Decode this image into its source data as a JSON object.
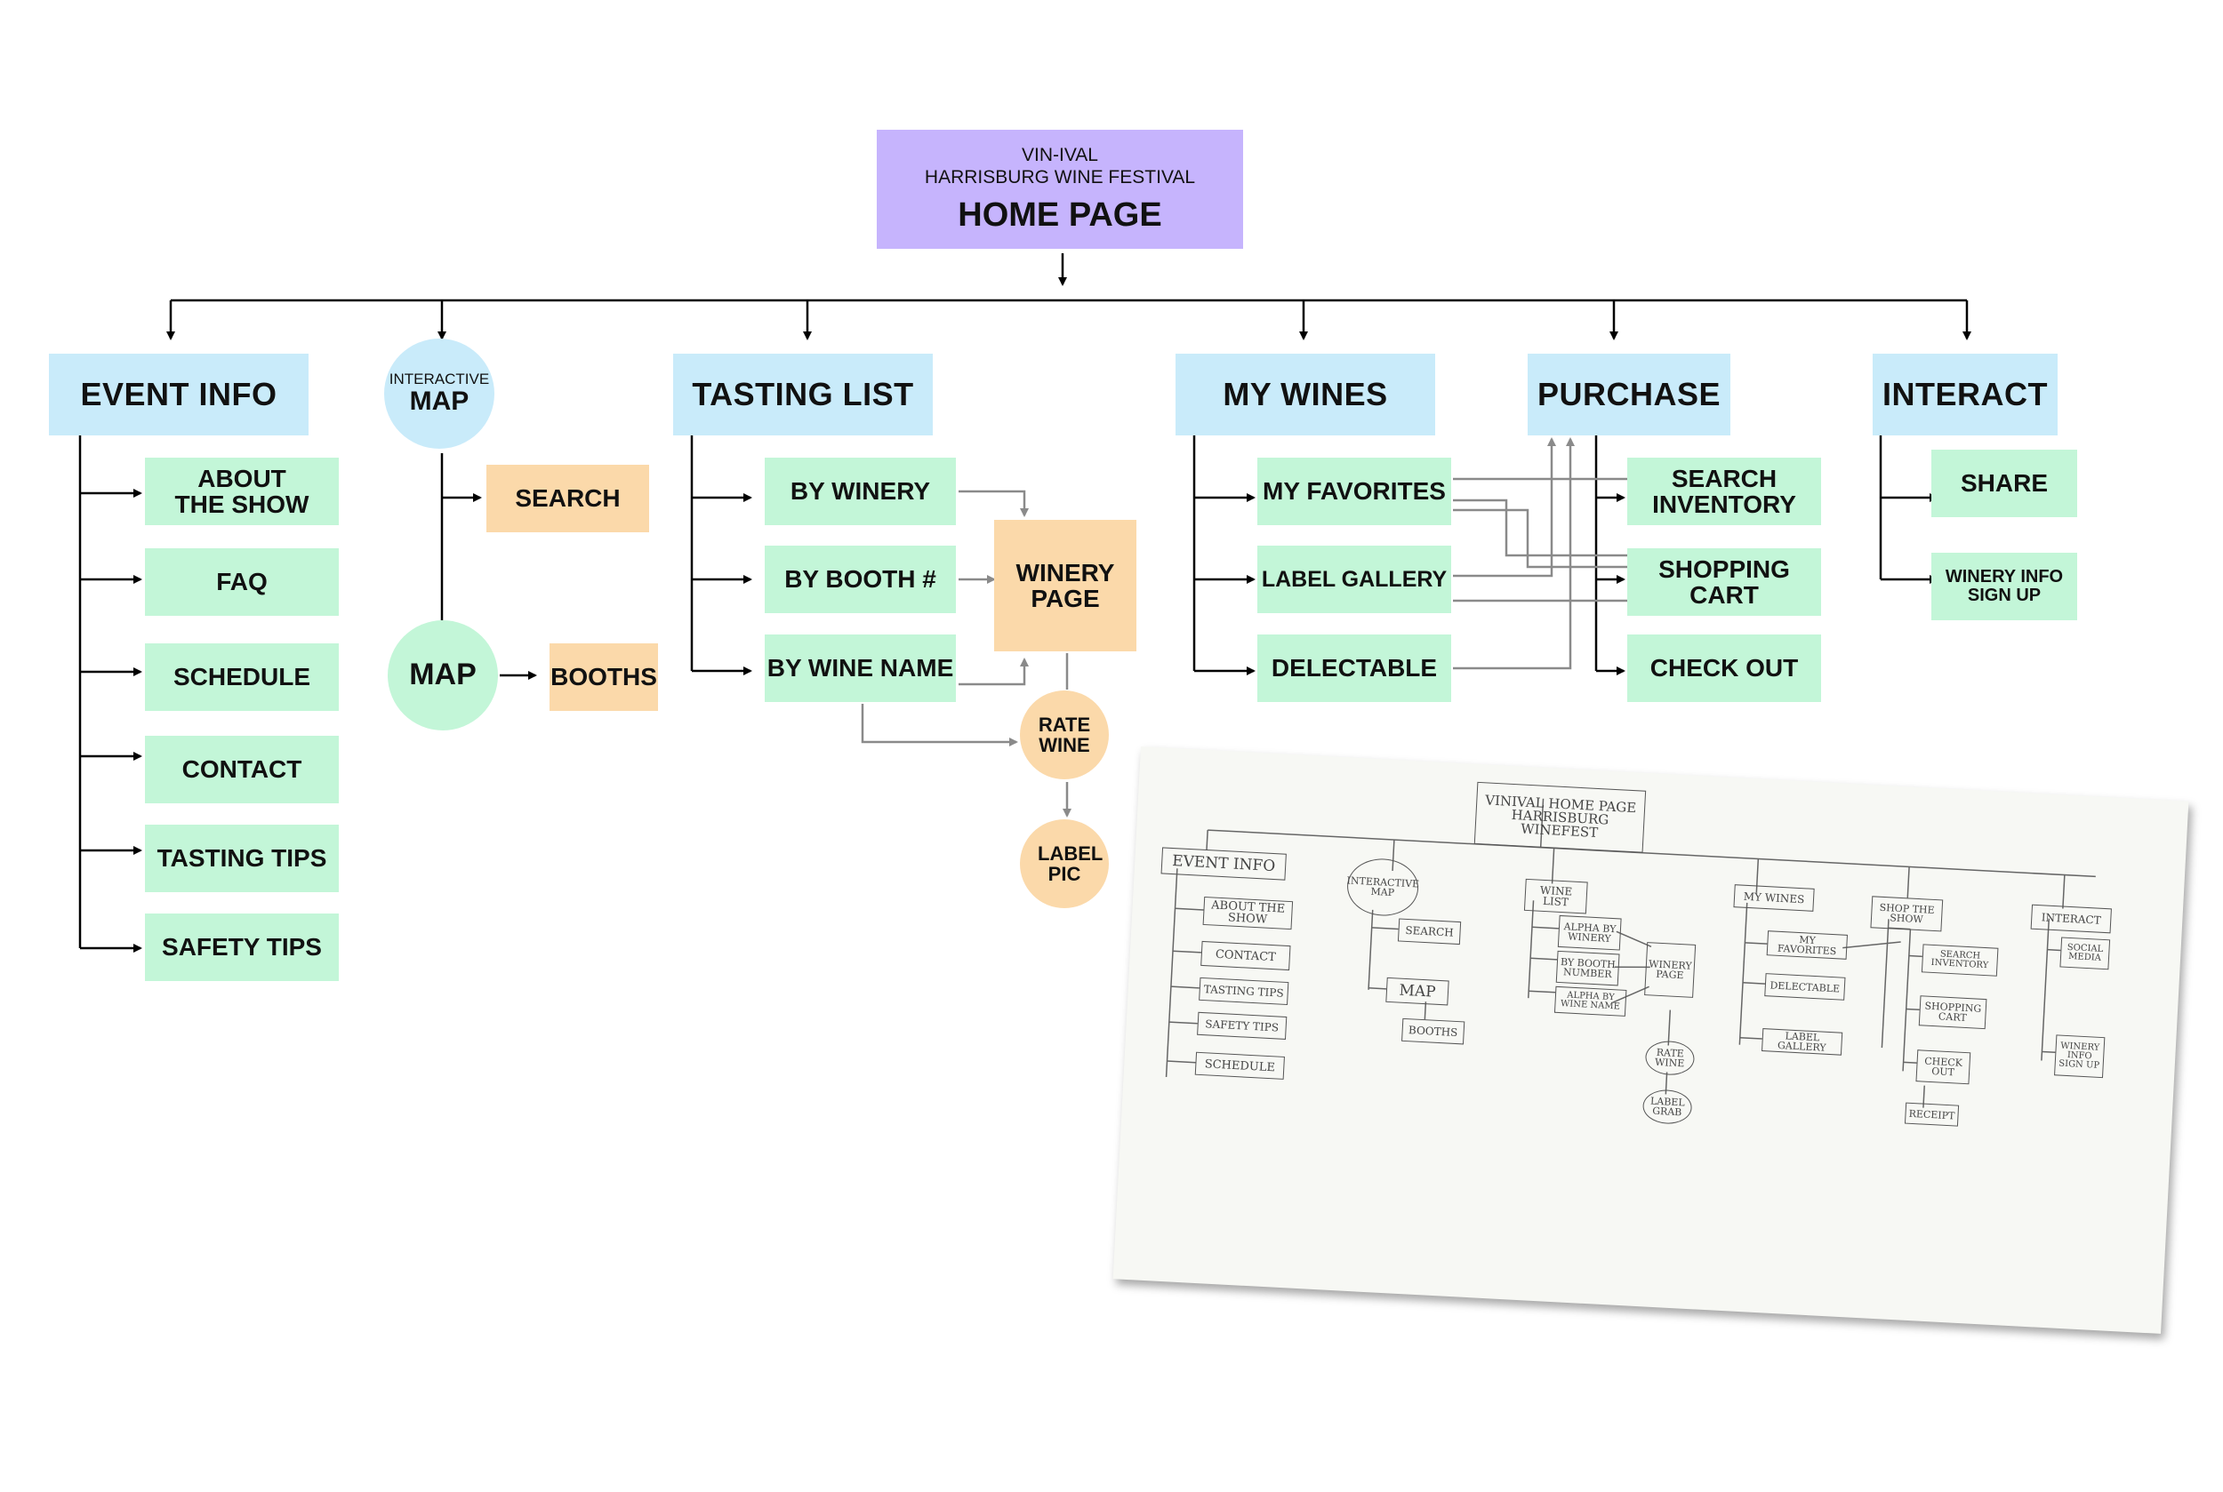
{
  "home": {
    "line1": "VIN-IVAL",
    "line2": "HARRISBURG WINE FESTIVAL",
    "title": "HOME PAGE"
  },
  "sections": {
    "event_info": {
      "title": "EVENT INFO",
      "items": [
        "ABOUT THE SHOW",
        "FAQ",
        "SCHEDULE",
        "CONTACT",
        "TASTING TIPS",
        "SAFETY TIPS"
      ]
    },
    "interactive_map": {
      "top": "INTERACTIVE",
      "title": "MAP",
      "search": "SEARCH",
      "map": "MAP",
      "booths": "BOOTHS"
    },
    "tasting_list": {
      "title": "TASTING LIST",
      "items": [
        "BY WINERY",
        "BY BOOTH #",
        "BY WINE NAME"
      ],
      "winery_page": "WINERY PAGE",
      "rate_wine": "RATE WINE",
      "label_pic": "LABEL PIC"
    },
    "my_wines": {
      "title": "MY WINES",
      "items": [
        "MY FAVORITES",
        "LABEL GALLERY",
        "DELECTABLE"
      ]
    },
    "purchase": {
      "title": "PURCHASE",
      "items": [
        "SEARCH INVENTORY",
        "SHOPPING CART",
        "CHECK OUT"
      ]
    },
    "interact": {
      "title": "INTERACT",
      "items": [
        "SHARE",
        "WINERY INFO SIGN UP"
      ]
    }
  },
  "sketch": {
    "home": "VINIVAL HOME PAGE HARRISBURG WINEFEST",
    "event_info": "EVENT INFO",
    "about": "ABOUT THE SHOW",
    "contact": "CONTACT",
    "tasting_tips": "TASTING TIPS",
    "safety_tips": "SAFETY TIPS",
    "schedule": "SCHEDULE",
    "interactive_map": "INTERACTIVE MAP",
    "search": "SEARCH",
    "map": "MAP",
    "booths": "BOOTHS",
    "wine_list": "WINE LIST",
    "alpha_winery": "ALPHA BY WINERY",
    "by_booth": "BY BOOTH NUMBER",
    "alpha_wine": "ALPHA BY WINE NAME",
    "winery_page": "WINERY PAGE",
    "rate_wine": "RATE WINE",
    "label_grab": "LABEL GRAB",
    "my_wines": "MY WINES",
    "my_favorites": "MY FAVORITES",
    "delectable": "DELECTABLE",
    "label_gallery": "LABEL GALLERY",
    "shop_the_show": "SHOP THE SHOW",
    "search_inventory": "SEARCH INVENTORY",
    "shopping_cart": "SHOPPING CART",
    "check_out": "CHECK OUT",
    "receipt": "RECEIPT",
    "interact": "INTERACT",
    "social_media": "SOCIAL MEDIA",
    "winery_info": "WINERY INFO SIGN UP"
  },
  "colors": {
    "header": "#c6b4fd",
    "section": "#c9ebfa",
    "item": "#c3f6d8",
    "secondary": "#fbd9aa",
    "line": "#000000",
    "gray_line": "#8a8a8a"
  }
}
